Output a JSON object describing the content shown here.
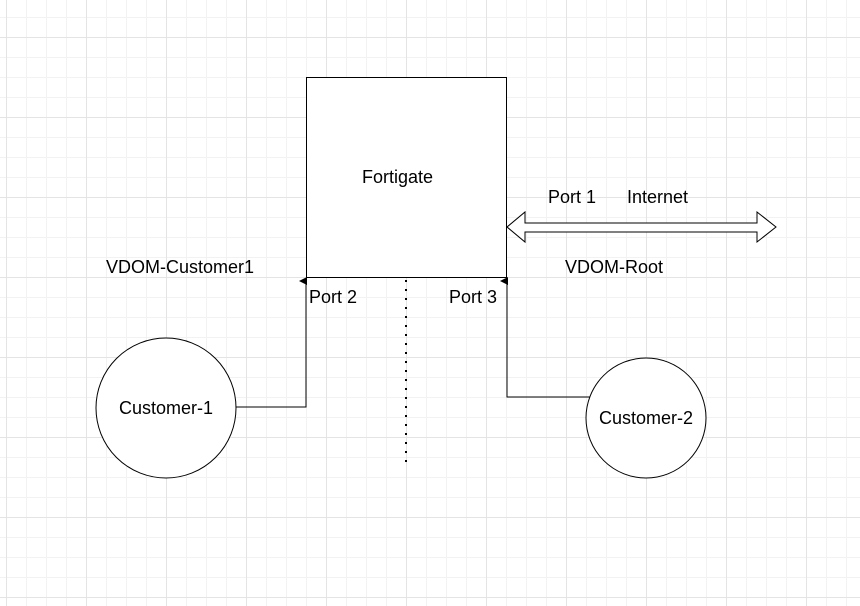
{
  "diagram": {
    "device_label": "Fortigate",
    "port1_label": "Port 1",
    "internet_label": "Internet",
    "vdom_root_label": "VDOM-Root",
    "vdom_customer1_label": "VDOM-Customer1",
    "port2_label": "Port 2",
    "port3_label": "Port 3",
    "customer1_label": "Customer-1",
    "customer2_label": "Customer-2"
  }
}
